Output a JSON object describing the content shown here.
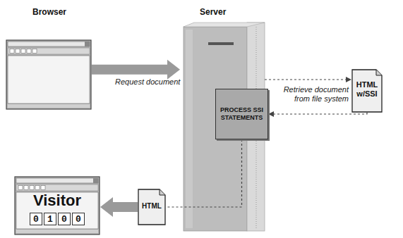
{
  "diagram": {
    "nodes": [
      {
        "text": [
          "Browser"
        ]
      },
      {
        "text": [
          "Server"
        ]
      },
      {
        "text": [
          "HTML w/SSI"
        ]
      },
      {
        "text": [
          "PROCESS SSI STATEMENTS"
        ],
        "in": 1
      },
      {
        "text": [
          "HTML"
        ]
      },
      {
        "text": [
          "Visitor"
        ]
      }
    ],
    "edges": [
      {
        "from": 0,
        "to": 1,
        "label": "Request document",
        "arrow": "to"
      },
      {
        "from": 1,
        "to": 2,
        "arrow": "to"
      },
      {
        "from": 2,
        "to": 3,
        "label": "Retrieve document from file system",
        "arrow": "to"
      },
      {
        "from": 3,
        "to": 4,
        "arrow": "none"
      },
      {
        "from": 4,
        "to": 5,
        "arrow": "to"
      }
    ],
    "labels": [
      "0",
      "1",
      "0",
      "0"
    ]
  }
}
